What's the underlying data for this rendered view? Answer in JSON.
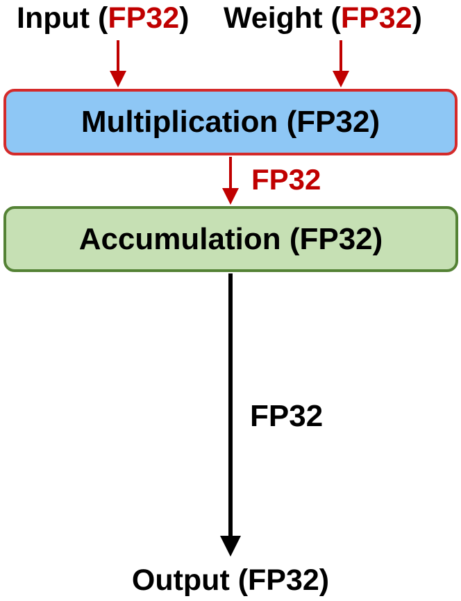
{
  "inputs": {
    "input": {
      "name": "Input",
      "open": "(",
      "precision": "FP32",
      "close": ")"
    },
    "weight": {
      "name": "Weight",
      "open": "(",
      "precision": "FP32",
      "close": ")"
    }
  },
  "boxes": {
    "multiplication": "Multiplication (FP32)",
    "accumulation": "Accumulation (FP32)"
  },
  "edges": {
    "mult_to_acc": "FP32",
    "acc_to_output": "FP32"
  },
  "output": "Output (FP32)",
  "colors": {
    "red_accent": "#c00000",
    "mult_fill": "#8ec7f5",
    "mult_border": "#d42a2a",
    "acc_fill": "#c6e0b4",
    "acc_border": "#548235",
    "black": "#000000"
  }
}
